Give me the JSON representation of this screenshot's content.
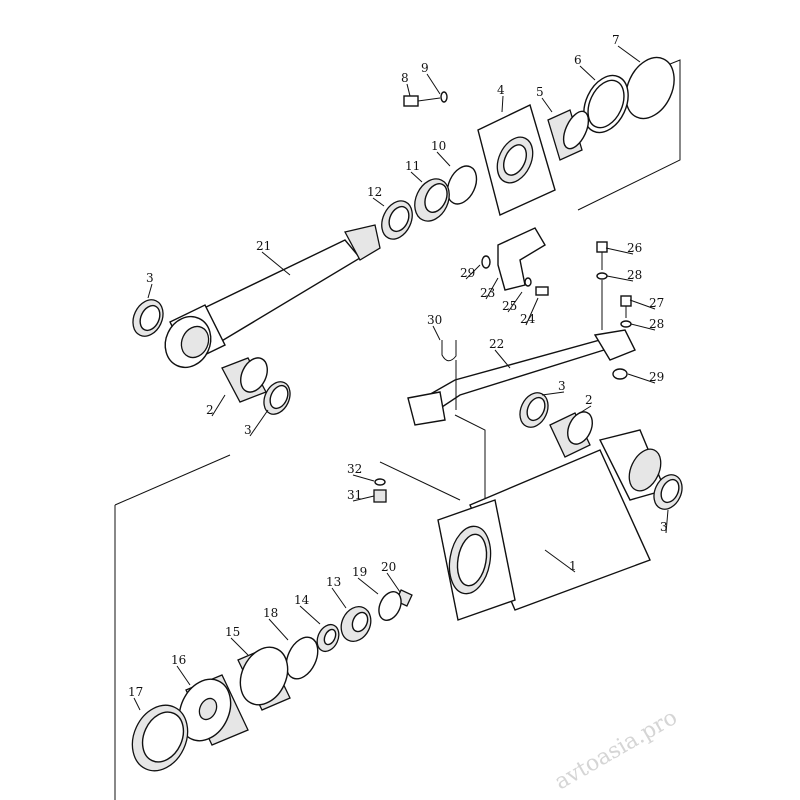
{
  "diagram": {
    "title": "Hydraulic cylinder exploded parts diagram",
    "watermark": "avtoasia.pro",
    "labels": [
      {
        "id": "7",
        "text": "7"
      },
      {
        "id": "6",
        "text": "6"
      },
      {
        "id": "8",
        "text": "8"
      },
      {
        "id": "9",
        "text": "9"
      },
      {
        "id": "4",
        "text": "4"
      },
      {
        "id": "5",
        "text": "5"
      },
      {
        "id": "10",
        "text": "10"
      },
      {
        "id": "11",
        "text": "11"
      },
      {
        "id": "12",
        "text": "12"
      },
      {
        "id": "21",
        "text": "21"
      },
      {
        "id": "3a",
        "text": "3"
      },
      {
        "id": "26",
        "text": "26"
      },
      {
        "id": "28a",
        "text": "28"
      },
      {
        "id": "29a",
        "text": "29"
      },
      {
        "id": "23",
        "text": "23"
      },
      {
        "id": "27",
        "text": "27"
      },
      {
        "id": "28b",
        "text": "28"
      },
      {
        "id": "25",
        "text": "25"
      },
      {
        "id": "24",
        "text": "24"
      },
      {
        "id": "30",
        "text": "30"
      },
      {
        "id": "22",
        "text": "22"
      },
      {
        "id": "29b",
        "text": "29"
      },
      {
        "id": "3b",
        "text": "3"
      },
      {
        "id": "2a",
        "text": "2"
      },
      {
        "id": "2b",
        "text": "2"
      },
      {
        "id": "3c",
        "text": "3"
      },
      {
        "id": "32",
        "text": "32"
      },
      {
        "id": "31",
        "text": "31"
      },
      {
        "id": "3d",
        "text": "3"
      },
      {
        "id": "1",
        "text": "1"
      },
      {
        "id": "20",
        "text": "20"
      },
      {
        "id": "19",
        "text": "19"
      },
      {
        "id": "13",
        "text": "13"
      },
      {
        "id": "14",
        "text": "14"
      },
      {
        "id": "18",
        "text": "18"
      },
      {
        "id": "15",
        "text": "15"
      },
      {
        "id": "16",
        "text": "16"
      },
      {
        "id": "17",
        "text": "17"
      }
    ]
  }
}
